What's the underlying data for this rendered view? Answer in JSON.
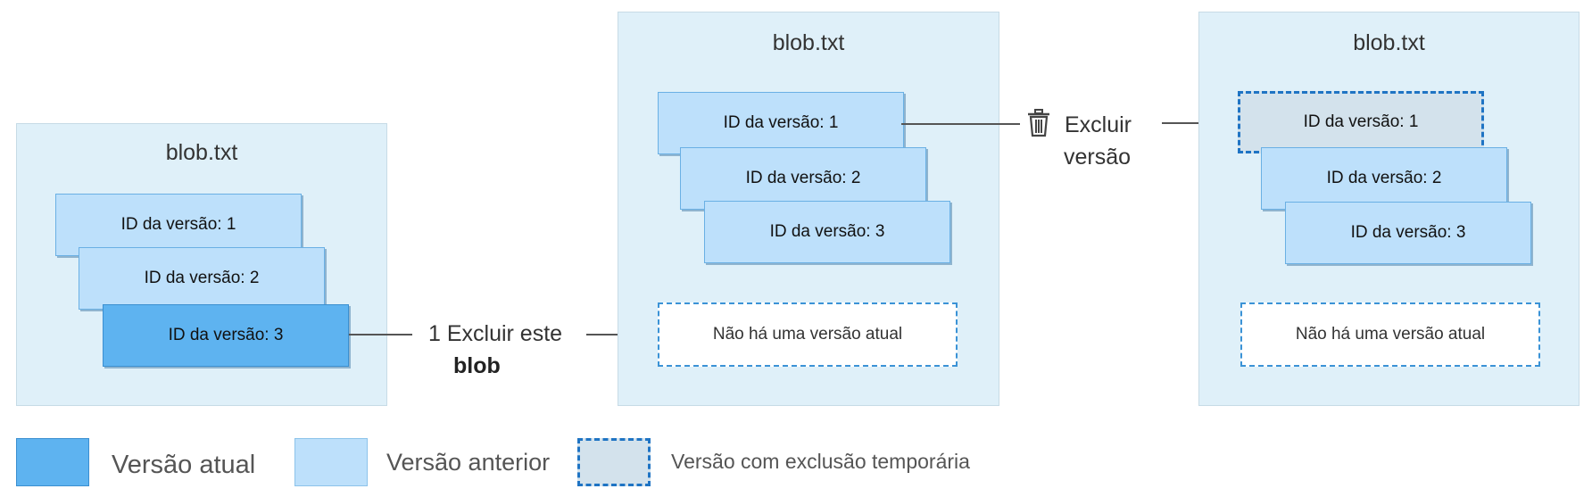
{
  "panels": [
    {
      "title": "blob.txt",
      "versions": [
        "ID da versão: 1",
        "ID da versão: 2",
        "ID da versão: 3"
      ]
    },
    {
      "title": "blob.txt",
      "versions": [
        "ID da versão: 1",
        "ID da versão: 2",
        "ID da versão: 3"
      ],
      "no_current": "Não há uma versão atual"
    },
    {
      "title": "blob.txt",
      "versions": [
        "ID da versão: 1",
        "ID da versão: 2",
        "ID da versão: 3"
      ],
      "no_current": "Não há uma versão atual"
    }
  ],
  "actions": {
    "delete_blob_line1": "1 Excluir este",
    "delete_blob_line2": "blob",
    "delete_version_line1": "Excluir",
    "delete_version_line2": "versão",
    "delete_version_icon": "trash-icon"
  },
  "legend": {
    "current": "Versão atual",
    "previous": "Versão anterior",
    "soft_deleted": "Versão com exclusão temporária"
  },
  "colors": {
    "panel_bg": "#dff0f9",
    "current_version": "#5eb3f0",
    "previous_version": "#bde0fb",
    "soft_deleted_version": "#d3e2ec",
    "dashed_border": "#1f74c4"
  }
}
